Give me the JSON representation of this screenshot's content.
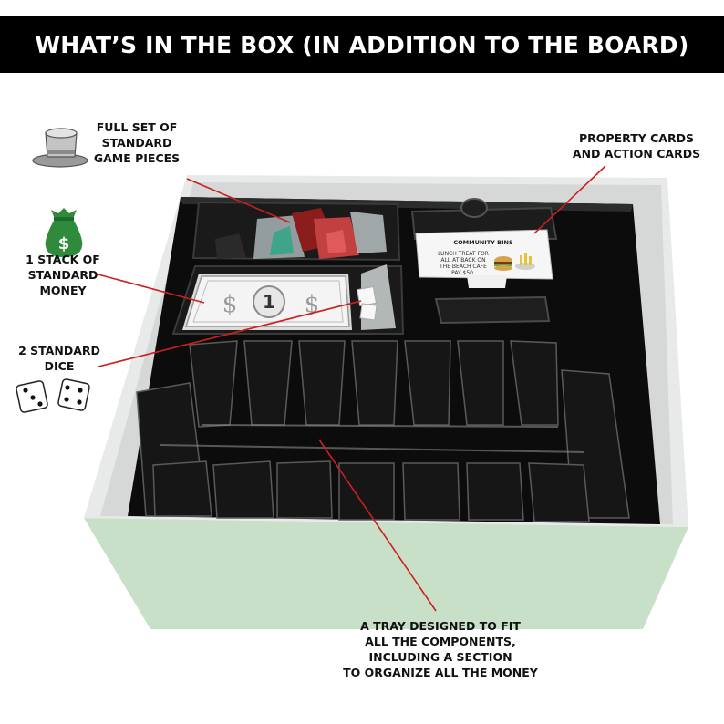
{
  "header": {
    "title": "WHAT’S IN THE BOX (IN ADDITION TO THE BOARD)"
  },
  "callouts": {
    "game_pieces": {
      "lines": [
        "FULL SET OF",
        "STANDARD",
        "GAME PIECES"
      ],
      "icon": "top-hat-icon"
    },
    "money": {
      "lines": [
        "1 STACK OF",
        "STANDARD",
        "MONEY"
      ],
      "icon": "money-bag-icon"
    },
    "dice": {
      "lines": [
        "2 STANDARD",
        "DICE"
      ],
      "icon": "dice-icon"
    },
    "cards": {
      "lines": [
        "PROPERTY CARDS",
        "AND ACTION CARDS"
      ]
    },
    "tray": {
      "lines": [
        "A TRAY DESIGNED TO FIT",
        "ALL THE COMPONENTS,",
        "INCLUDING A SECTION",
        "TO ORGANIZE ALL THE MONEY"
      ]
    }
  },
  "card": {
    "title": "COMMUNITY BINS",
    "body": [
      "LUNCH TREAT FOR",
      "ALL AT BACK ON",
      "THE BEACH CAFE",
      "PAY $50."
    ]
  },
  "bill": {
    "denomination": "1",
    "symbol": "$"
  },
  "money_bag_symbol": "$",
  "colors": {
    "banner": "#000000",
    "callout_line": "#cc1f1f",
    "box_side": "#c9e0c8",
    "tray": "#0c0c0c"
  }
}
